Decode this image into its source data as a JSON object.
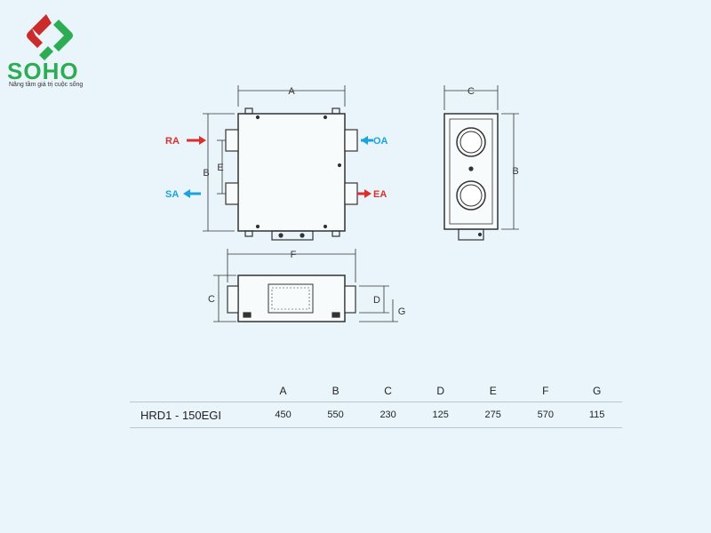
{
  "logo": {
    "brand": "SOHO",
    "tagline": "Nâng tầm giá trị cuộc sống",
    "colors": {
      "red": "#cc2b2b",
      "green": "#2eac54"
    }
  },
  "front_view": {
    "dim_top": "A",
    "dim_side": "B",
    "dim_inner": "E",
    "ports": {
      "ra": "RA",
      "oa": "OA",
      "sa": "SA",
      "ea": "EA"
    }
  },
  "side_view": {
    "dim_top": "C",
    "dim_side": "B"
  },
  "bottom_view": {
    "dim_top": "F",
    "dim_left": "C",
    "dim_d": "D",
    "dim_g": "G"
  },
  "colors": {
    "ra_arrow": "#d9302e",
    "ea_arrow": "#d9302e",
    "oa_arrow": "#1aa3dc",
    "sa_arrow": "#1aa3dc",
    "line": "#333333"
  },
  "table": {
    "headers": [
      "A",
      "B",
      "C",
      "D",
      "E",
      "F",
      "G"
    ],
    "rows": [
      {
        "model": "HRD1 - 150EGI",
        "values": [
          "450",
          "550",
          "230",
          "125",
          "275",
          "570",
          "115"
        ]
      }
    ]
  }
}
